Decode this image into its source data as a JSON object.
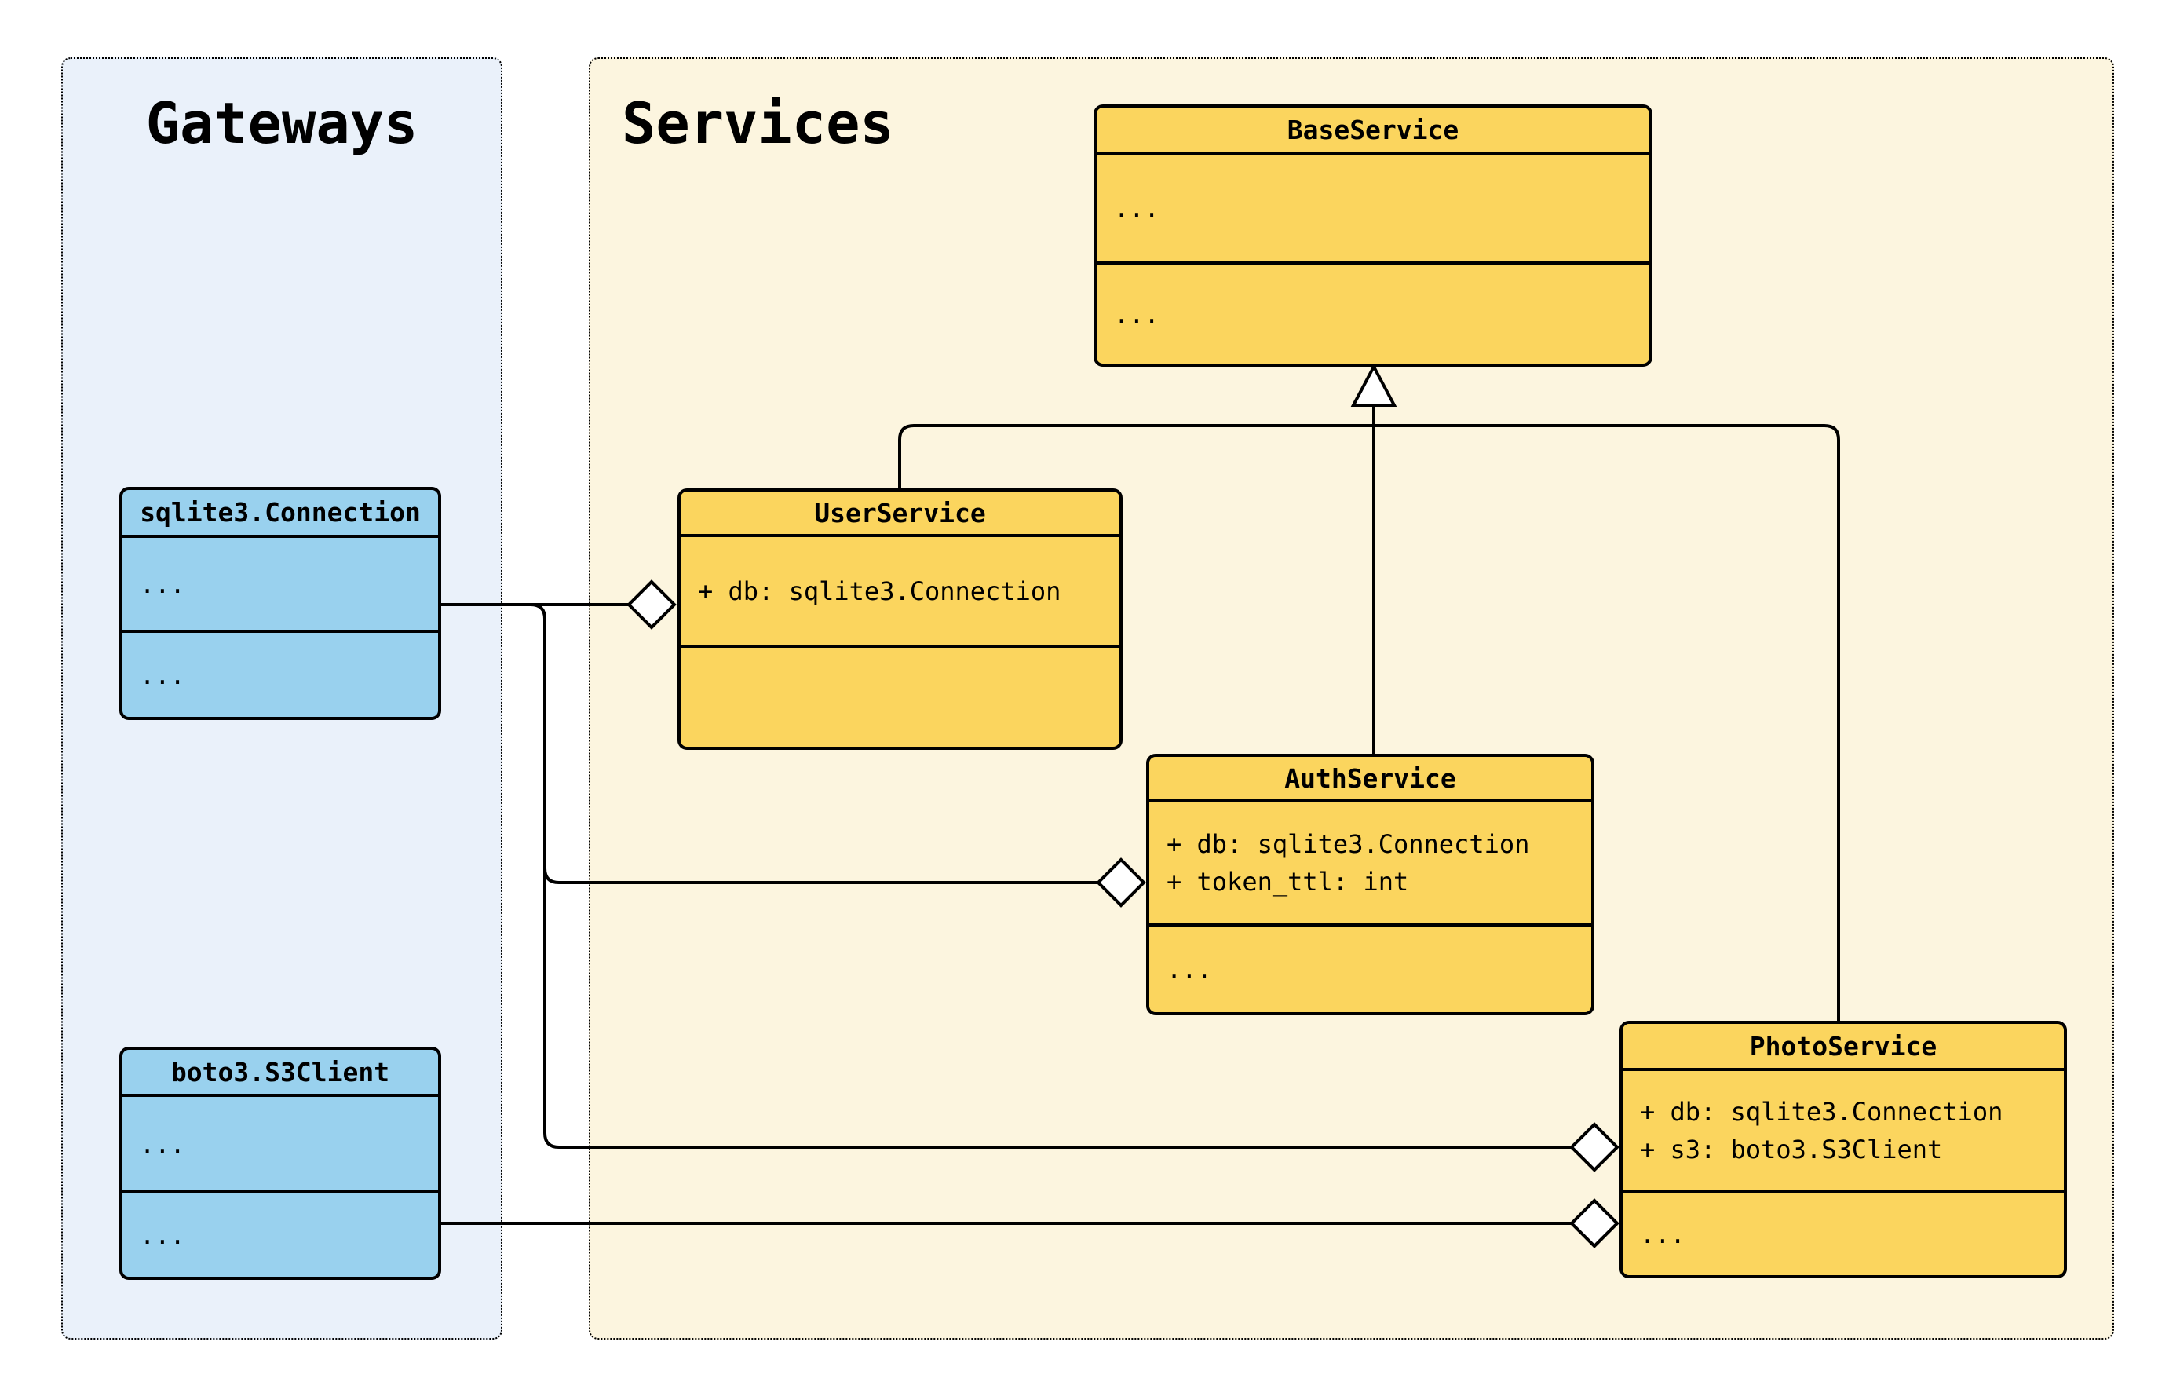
{
  "diagram": {
    "containers": {
      "gateways": {
        "title": "Gateways"
      },
      "services": {
        "title": "Services"
      }
    },
    "classes": {
      "base": {
        "title": "BaseService",
        "attrs": [
          "..."
        ],
        "methods": [
          "..."
        ]
      },
      "user": {
        "title": "UserService",
        "attrs": [
          "+ db: sqlite3.Connection"
        ],
        "methods": []
      },
      "auth": {
        "title": "AuthService",
        "attrs": [
          "+ db: sqlite3.Connection",
          "+ token_ttl: int"
        ],
        "methods": [
          "..."
        ]
      },
      "photo": {
        "title": "PhotoService",
        "attrs": [
          "+ db: sqlite3.Connection",
          "+ s3: boto3.S3Client"
        ],
        "methods": [
          "..."
        ]
      },
      "sqlite": {
        "title": "sqlite3.Connection",
        "attrs": [
          "..."
        ],
        "methods": [
          "..."
        ]
      },
      "boto": {
        "title": "boto3.S3Client",
        "attrs": [
          "..."
        ],
        "methods": [
          "..."
        ]
      }
    },
    "edges": [
      {
        "from": "UserService",
        "to": "BaseService",
        "type": "inheritance"
      },
      {
        "from": "AuthService",
        "to": "BaseService",
        "type": "inheritance"
      },
      {
        "from": "PhotoService",
        "to": "BaseService",
        "type": "inheritance"
      },
      {
        "from": "sqlite3.Connection",
        "to": "UserService",
        "type": "aggregation"
      },
      {
        "from": "sqlite3.Connection",
        "to": "AuthService",
        "type": "aggregation"
      },
      {
        "from": "sqlite3.Connection",
        "to": "PhotoService",
        "type": "aggregation"
      },
      {
        "from": "boto3.S3Client",
        "to": "PhotoService",
        "type": "aggregation"
      }
    ],
    "colors": {
      "service_class_fill": "#FBD55E",
      "gateway_class_fill": "#99D1EE",
      "gateways_container_bg": "#EAF1FA",
      "services_container_bg": "#FCF5DF",
      "stroke": "#000000"
    }
  }
}
